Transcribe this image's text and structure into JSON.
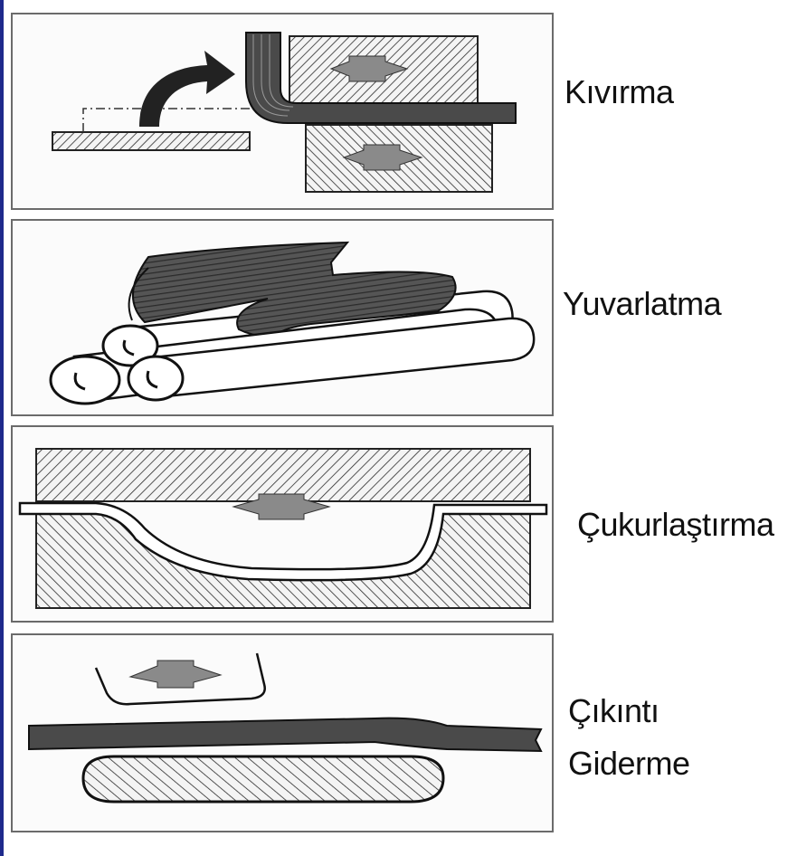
{
  "panels": [
    {
      "label": "Kıvırma",
      "illustration": "kivirma-bending"
    },
    {
      "label": "Yuvarlatma",
      "illustration": "yuvarlatma-rolling"
    },
    {
      "label": "Çukurlaştırma",
      "illustration": "cukurlastirma-dishing"
    },
    {
      "label_line1": "Çıkıntı",
      "label_line2": "Giderme",
      "illustration": "cikinti-giderme-planishing"
    }
  ],
  "colors": {
    "frame": "#6b6b6b",
    "metal_dark": "#4a4a4a",
    "hatch": "#2a2a2a",
    "arrow": "#8a8a8a",
    "accent_rule": "#1e2a8c"
  }
}
